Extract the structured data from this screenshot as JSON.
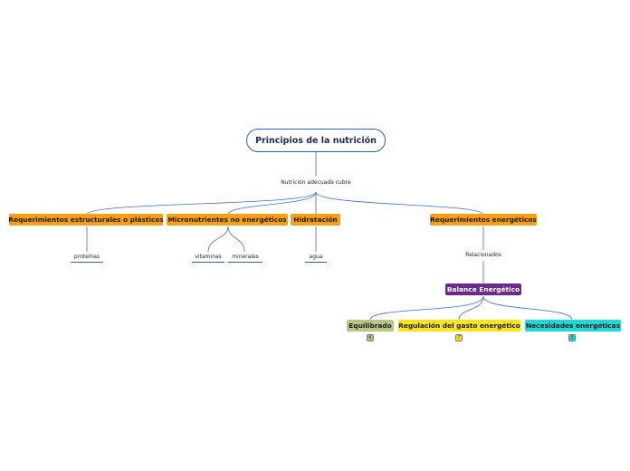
{
  "root": {
    "title": "Principios de la nutrición"
  },
  "connectors": {
    "root_label": "Nutrición adecuada cubre",
    "energy_label": "Relacionados"
  },
  "branches": {
    "structural": {
      "label": "Requerimientos estructurales o plásticos",
      "color": "#f5a00e",
      "leaves": [
        "proteínas"
      ]
    },
    "micro": {
      "label": "Micronutrientes no energéticos",
      "color": "#f5a00e",
      "leaves": [
        "vitaminas",
        "minerales"
      ]
    },
    "hydration": {
      "label": "Hidratación",
      "color": "#f5a00e",
      "leaves": [
        "agua"
      ]
    },
    "energy": {
      "label": "Requerimientos energéticos",
      "color": "#f5a00e"
    }
  },
  "balance": {
    "label": "Balance Energético",
    "color": "#6a2c8c",
    "children": [
      {
        "label": "Equilibrado",
        "color": "#b9c583",
        "badge": "6"
      },
      {
        "label": "Regulación del gasto energético",
        "color": "#f9e51a",
        "badge": "7"
      },
      {
        "label": "Necesidades energéticas",
        "color": "#1fd9d6",
        "badge": "2"
      }
    ]
  }
}
